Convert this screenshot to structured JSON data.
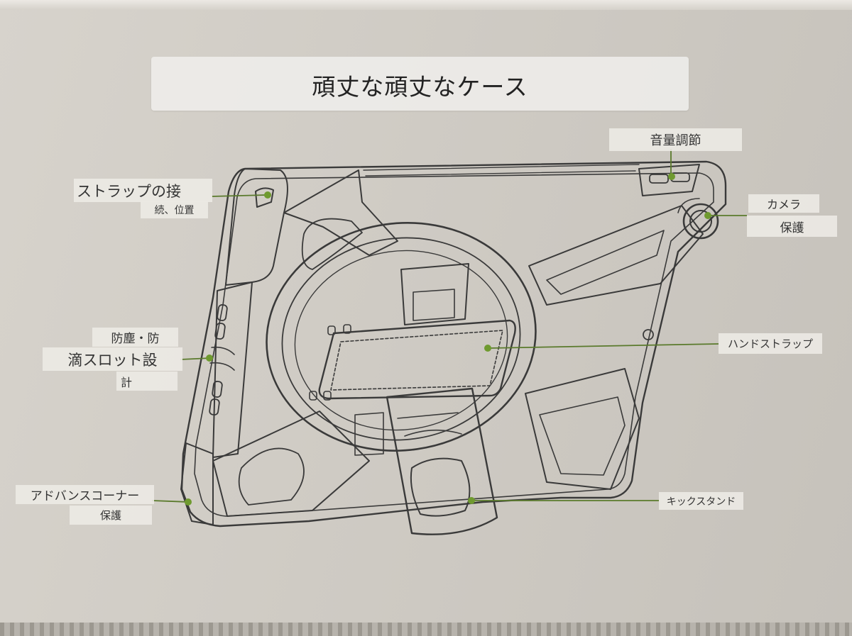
{
  "title": "頑丈な頑丈なケース",
  "labels": {
    "strap_attach_1": "ストラップの接",
    "strap_attach_2": "続、位置",
    "volume": "音量調節",
    "camera_1": "カメラ",
    "camera_2": "保護",
    "dust_1": "防塵・防",
    "dust_2": "滴スロット設",
    "dust_3": "計",
    "hand_strap": "ハンドストラップ",
    "corner_1": "アドバンスコーナー",
    "corner_2": "保護",
    "kickstand": "キックスタンド"
  },
  "colors": {
    "leader_line": "#5a7a2c",
    "dot": "#6f9a2f",
    "outline": "#3a3a3a",
    "label_bg": "#ecebe5"
  }
}
